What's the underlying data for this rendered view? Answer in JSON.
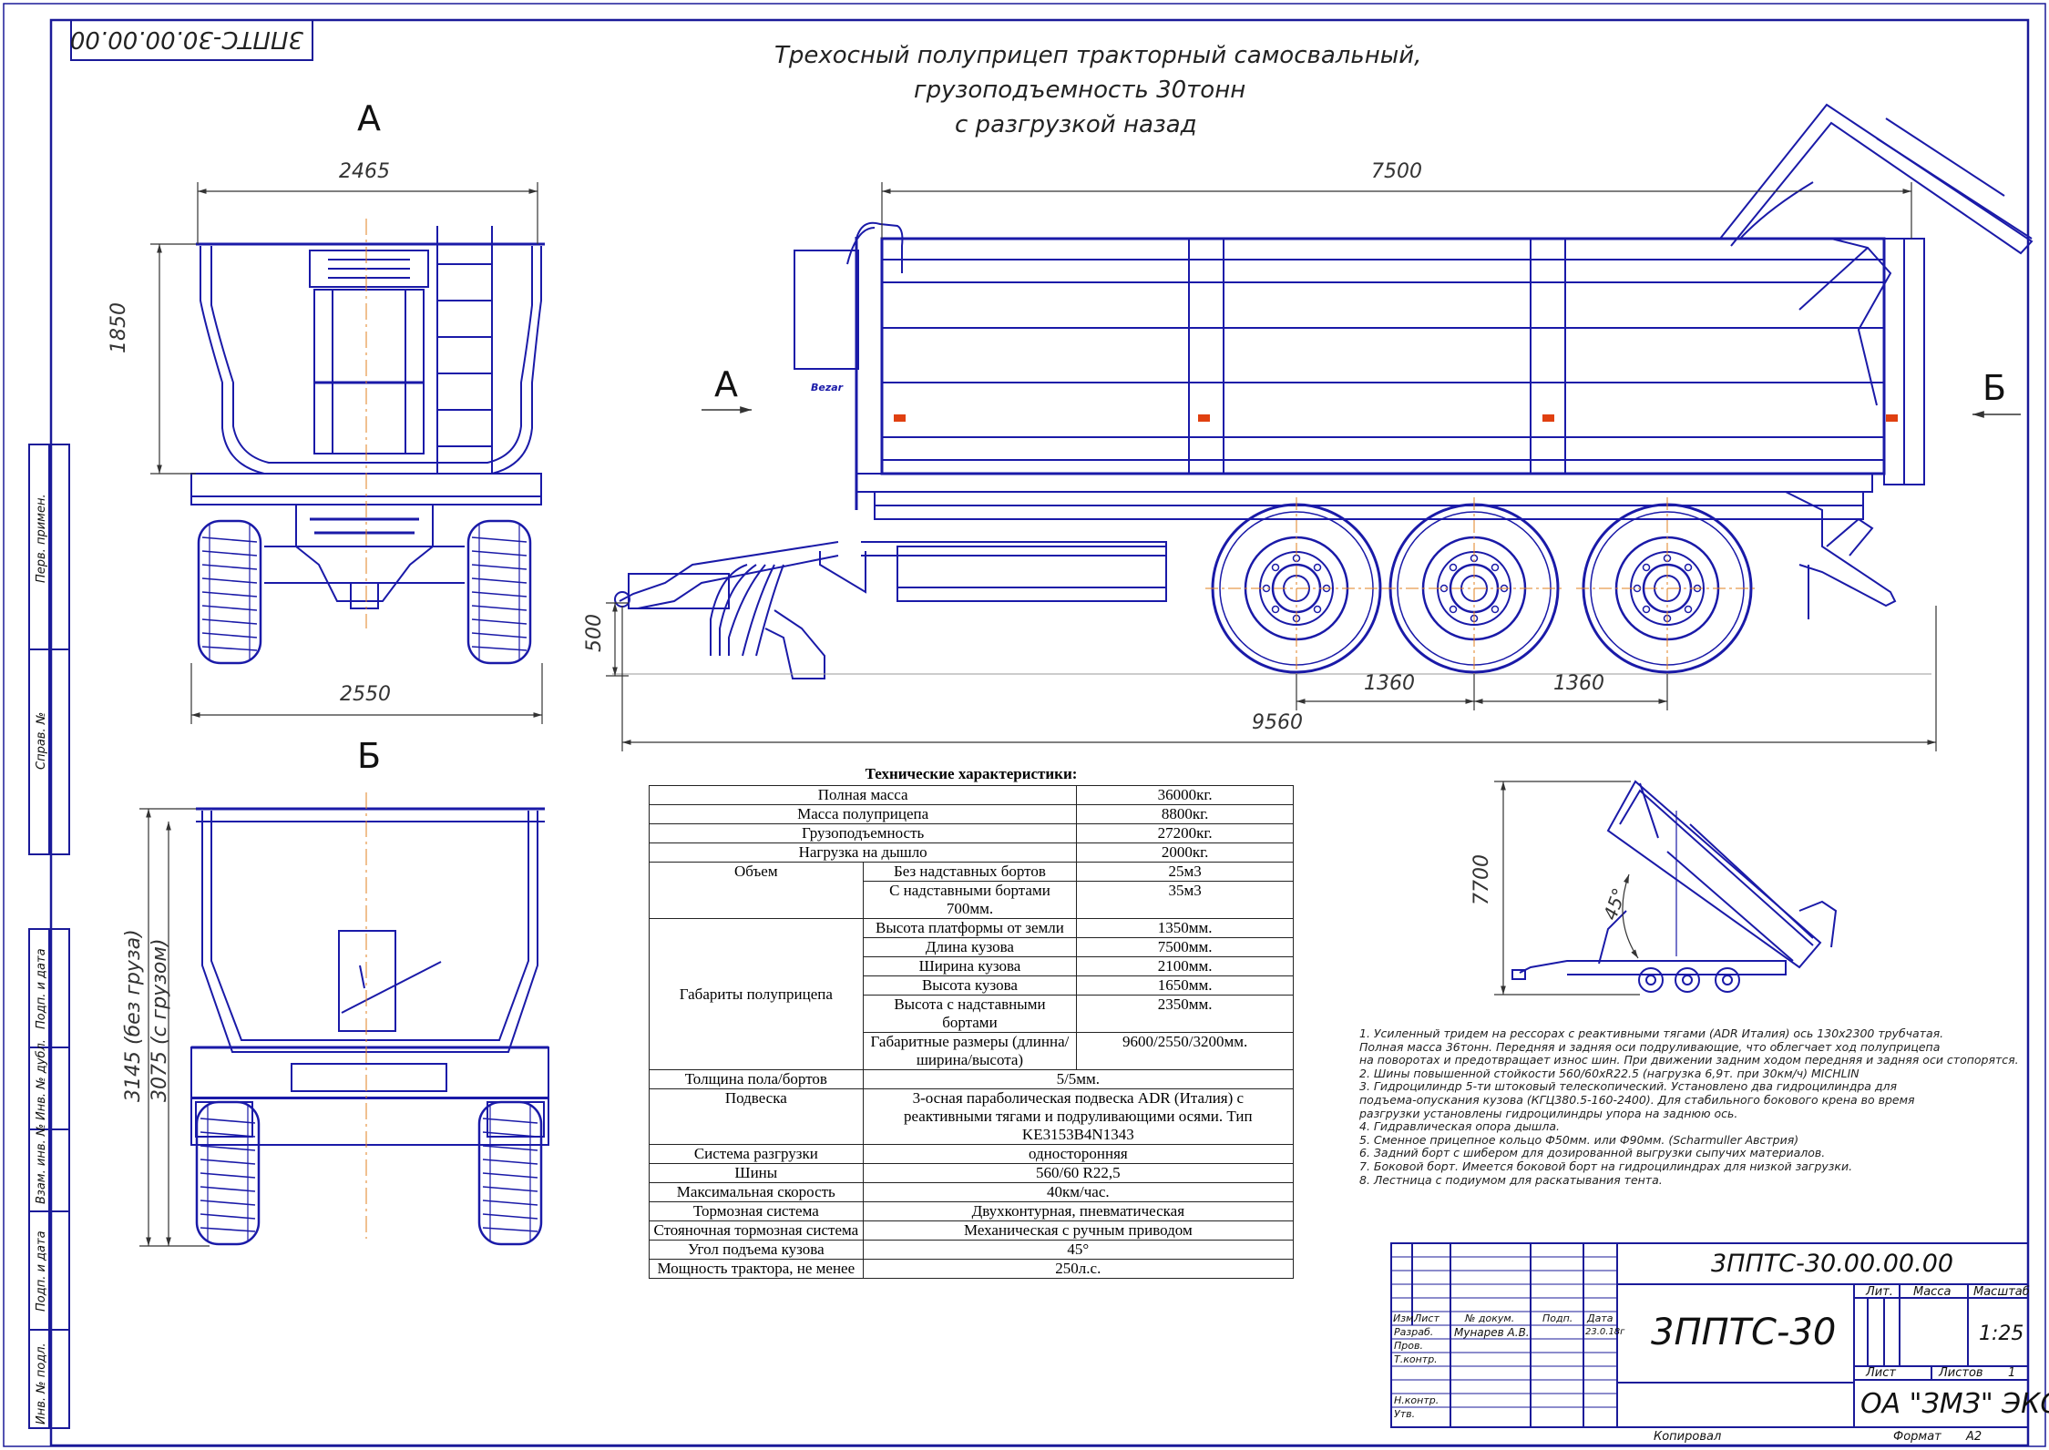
{
  "stamp_code": "3ППТС-30.00.00.00",
  "title_lines": [
    "Трехосный полуприцеп тракторный самосвальный,",
    "грузоподъемность 30тонн",
    "с разгрузкой назад"
  ],
  "view_labels": {
    "front": "А",
    "rear": "Б",
    "arrow_a": "А",
    "arrow_b": "Б"
  },
  "dimensions": {
    "front_width_top": "2465",
    "front_height": "1850",
    "front_width_bottom": "2550",
    "side_length_body": "7500",
    "side_hitch_height": "500",
    "side_axle_1": "1360",
    "side_axle_2": "1360",
    "side_total_length": "9560",
    "rear_height_empty": "3145 (без груза)",
    "rear_height_loaded": "3075 (с грузом)",
    "tip_height": "7700",
    "tip_angle": "45°"
  },
  "vehicle_brand": "Bezar",
  "spec_table": {
    "title": "Технические характеристики:",
    "rows": [
      {
        "label": "Полная масса",
        "value": "36000кг."
      },
      {
        "label": "Масса полуприцепа",
        "value": "8800кг."
      },
      {
        "label": "Грузоподъемность",
        "value": "27200кг."
      },
      {
        "label": "Нагрузка на дышло",
        "value": "2000кг."
      }
    ],
    "volume": {
      "label": "Объем",
      "sub": [
        {
          "label": "Без надставных бортов",
          "value": "25м3"
        },
        {
          "label": "С надставными бортами 700мм.",
          "value": "35м3"
        }
      ]
    },
    "gabarits": {
      "label": "Габариты полуприцепа",
      "sub": [
        {
          "label": "Высота платформы от земли",
          "value": "1350мм."
        },
        {
          "label": "Длина кузова",
          "value": "7500мм."
        },
        {
          "label": "Ширина кузова",
          "value": "2100мм."
        },
        {
          "label": "Высота кузова",
          "value": "1650мм."
        },
        {
          "label": "Высота с надставными бортами",
          "value": "2350мм."
        },
        {
          "label": "Габаритные размеры (длинна/ширина/высота)",
          "value": "9600/2550/3200мм."
        }
      ]
    },
    "rows2": [
      {
        "label": "Толщина пола/бортов",
        "value": "5/5мм."
      },
      {
        "label": "Подвеска",
        "value": "3-осная параболическая подвеска ADR (Италия) с реактивными тягами и подруливающими осями. Тип KE3153B4N1343"
      },
      {
        "label": "Система разгрузки",
        "value": "односторонняя"
      },
      {
        "label": "Шины",
        "value": "560/60 R22,5"
      },
      {
        "label": "Максимальная скорость",
        "value": "40км/час."
      },
      {
        "label": "Тормозная система",
        "value": "Двухконтурная, пневматическая"
      },
      {
        "label": "Стояночная тормозная система",
        "value": "Механическая с ручным приводом"
      },
      {
        "label": "Угол подъема кузова",
        "value": "45°"
      },
      {
        "label": "Мощность трактора, не менее",
        "value": "250л.с."
      }
    ]
  },
  "notes": [
    "1.    Усиленный тридем на рессорах с реактивными тягами (ADR Италия) ось 130х2300 трубчатая.",
    "       Полная масса 36тонн. Передняя и задняя оси подруливающие, что облегчает ход полуприцепа",
    "       на поворотах и предотвращает износ шин. При движении задним ходом передняя и задняя оси стопорятся.",
    "2.    Шины повышенной стойкости 560/60хR22.5 (нагрузка 6,9т. при 30км/ч) MICHLIN",
    "3.    Гидроцилиндр 5-ти штоковый телескопический.  Установлено два гидроцилиндра для",
    "       подъема-опускания кузова (КГЦ380.5-160-2400). Для стабильного бокового крена во время",
    "       разгрузки установлены гидроцилиндры упора на заднюю ось.",
    "4.    Гидравлическая опора дышла.",
    "5.    Сменное прицепное кольцо Ф50мм. или Ф90мм. (Scharmuller Австрия)",
    "6.    Задний борт с шибером для дозированной выгрузки сыпучих материалов.",
    "7.    Боковой борт. Имеется боковой борт на гидроцилиндрах для низкой загрузки.",
    "8.    Лестница с подиумом для раскатывания тента."
  ],
  "title_block": {
    "code": "3ППТС-30.00.00.00",
    "name": "3ППТС-30",
    "org": "ОА \"ЗМЗ\" ЭКС.УЧ.",
    "headers": {
      "izm": "Изм.",
      "list": "Лист",
      "ndoc": "№ докум.",
      "podp": "Подп.",
      "data": "Дата"
    },
    "roles": [
      "Разраб.",
      "Пров.",
      "Т.контр.",
      "",
      "Н.контр.",
      "Утв."
    ],
    "developer": "Мунарев А.В.",
    "dev_date": "23.0.18г",
    "lit": "Лит.",
    "massa": "Масса",
    "masshtab": "Масштаб",
    "scale": "1:25",
    "list_label": "Лист",
    "listov_label": "Листов",
    "listov_value": "1",
    "kopiroval": "Копировал",
    "format_label": "Формат",
    "format_value": "А2"
  },
  "side_stamps": [
    "Перв. примен.",
    "Справ. №",
    "Подп. и дата",
    "Инв. № дубл.",
    "Взам. инв. №",
    "Подп. и дата",
    "Инв. № подл."
  ],
  "colors": {
    "drawing": "#1a1aa8",
    "frame": "#1a1a99",
    "center": "#e08020",
    "accent": "#e04010"
  }
}
